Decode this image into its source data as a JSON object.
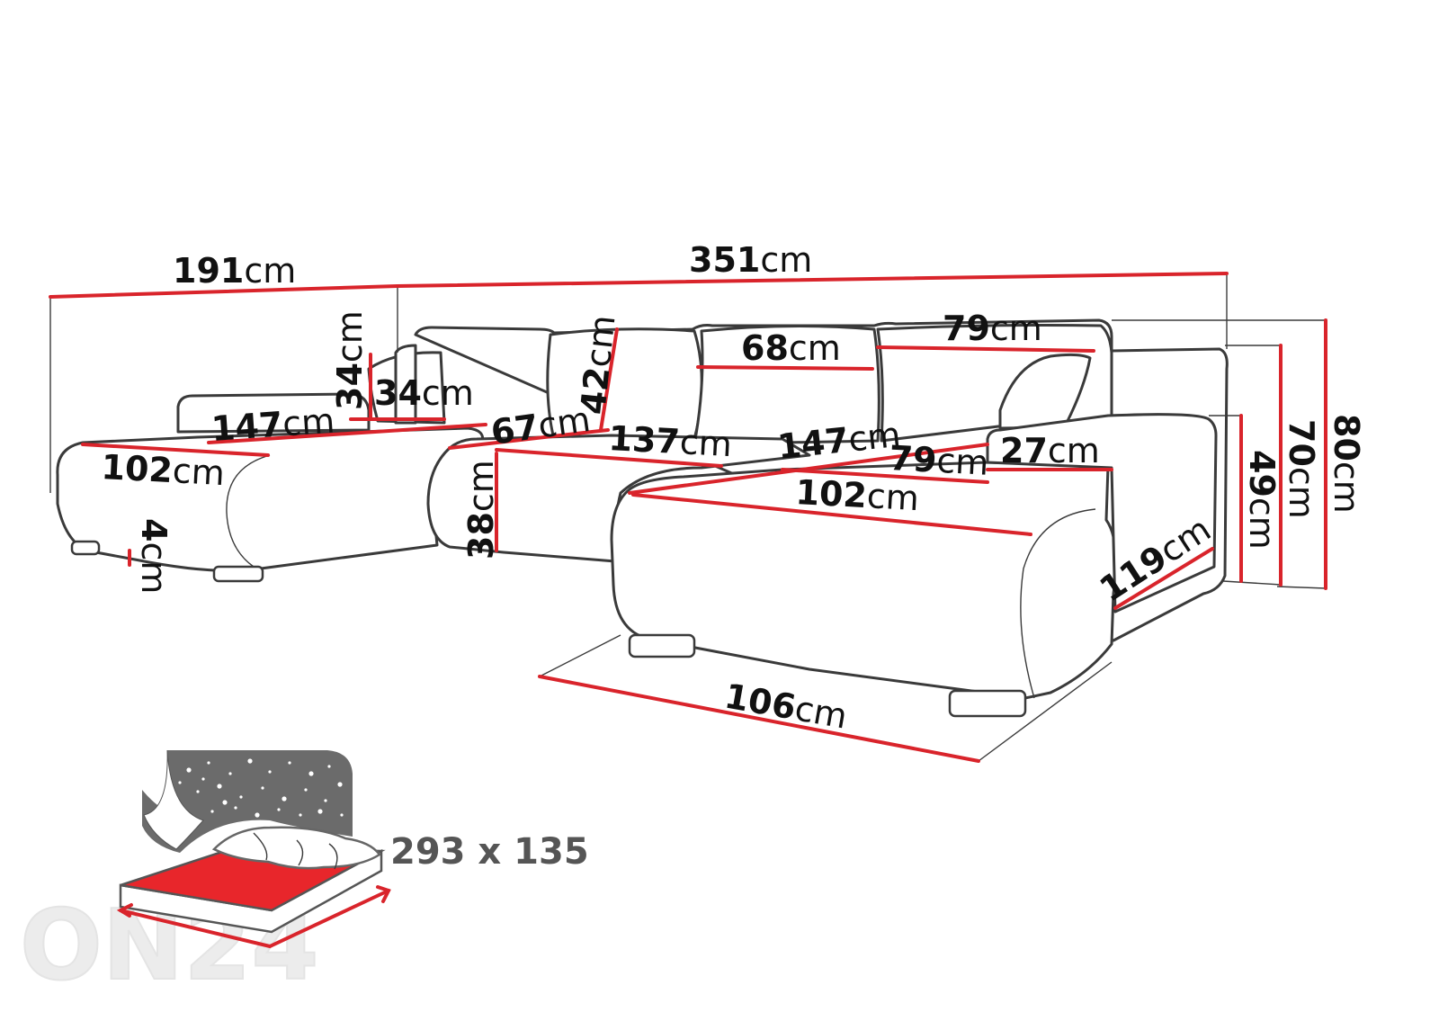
{
  "unit": "cm",
  "dimensions": {
    "total_left_width": "191",
    "total_width": "351",
    "pillow_height": "34",
    "pillow_width": "34",
    "armrest_length_left": "147",
    "seat_depth_left": "102",
    "leg_height": "4",
    "seat_depth_center": "67",
    "backrest_height": "42",
    "seat_width_center": "137",
    "seat_height": "38",
    "back_cushion_width": "68",
    "back_cushion_width_right": "79",
    "armrest_length_right": "147",
    "seat_width_right": "79",
    "armrest_width": "27",
    "seat_depth_right": "102",
    "chaise_length": "119",
    "chaise_width": "106",
    "armrest_height": "49",
    "back_height": "70",
    "total_height": "80"
  },
  "bed": {
    "size_label": "293 x 135"
  },
  "logo": {
    "text": "ON24"
  }
}
